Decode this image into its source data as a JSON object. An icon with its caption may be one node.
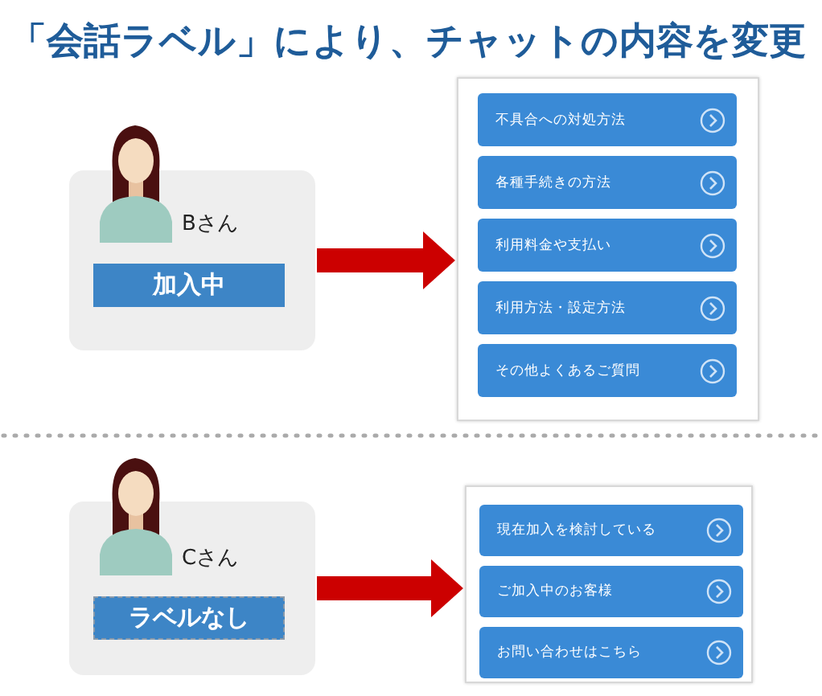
{
  "diagram": {
    "title": "「会話ラベル」により、チャットの内容を変更",
    "nodes": [
      {
        "text": [
          "Bさん"
        ]
      },
      {
        "text": [
          "加入中"
        ],
        "in": 0
      },
      {
        "text": [],
        "shape": "box"
      },
      {
        "text": [
          "不具合への対処方法"
        ],
        "in": 2
      },
      {
        "text": [
          "各種手続きの方法"
        ],
        "in": 2
      },
      {
        "text": [
          "利用料金や支払い"
        ],
        "in": 2
      },
      {
        "text": [
          "利用方法・設定方法"
        ],
        "in": 2
      },
      {
        "text": [
          "その他よくあるご質問"
        ],
        "in": 2
      },
      {
        "text": [
          "Cさん"
        ]
      },
      {
        "text": [
          "ラベルなし"
        ],
        "in": 8
      },
      {
        "text": [],
        "shape": "box"
      },
      {
        "text": [
          "現在加入を検討している"
        ],
        "in": 10
      },
      {
        "text": [
          "ご加入中のお客様"
        ],
        "in": 10
      },
      {
        "text": [
          "お問い合わせはこちら"
        ],
        "in": 10
      }
    ],
    "edges": [
      {
        "from": 0,
        "to": 2,
        "arrow": "to"
      },
      {
        "from": 8,
        "to": 10,
        "arrow": "to"
      }
    ]
  }
}
